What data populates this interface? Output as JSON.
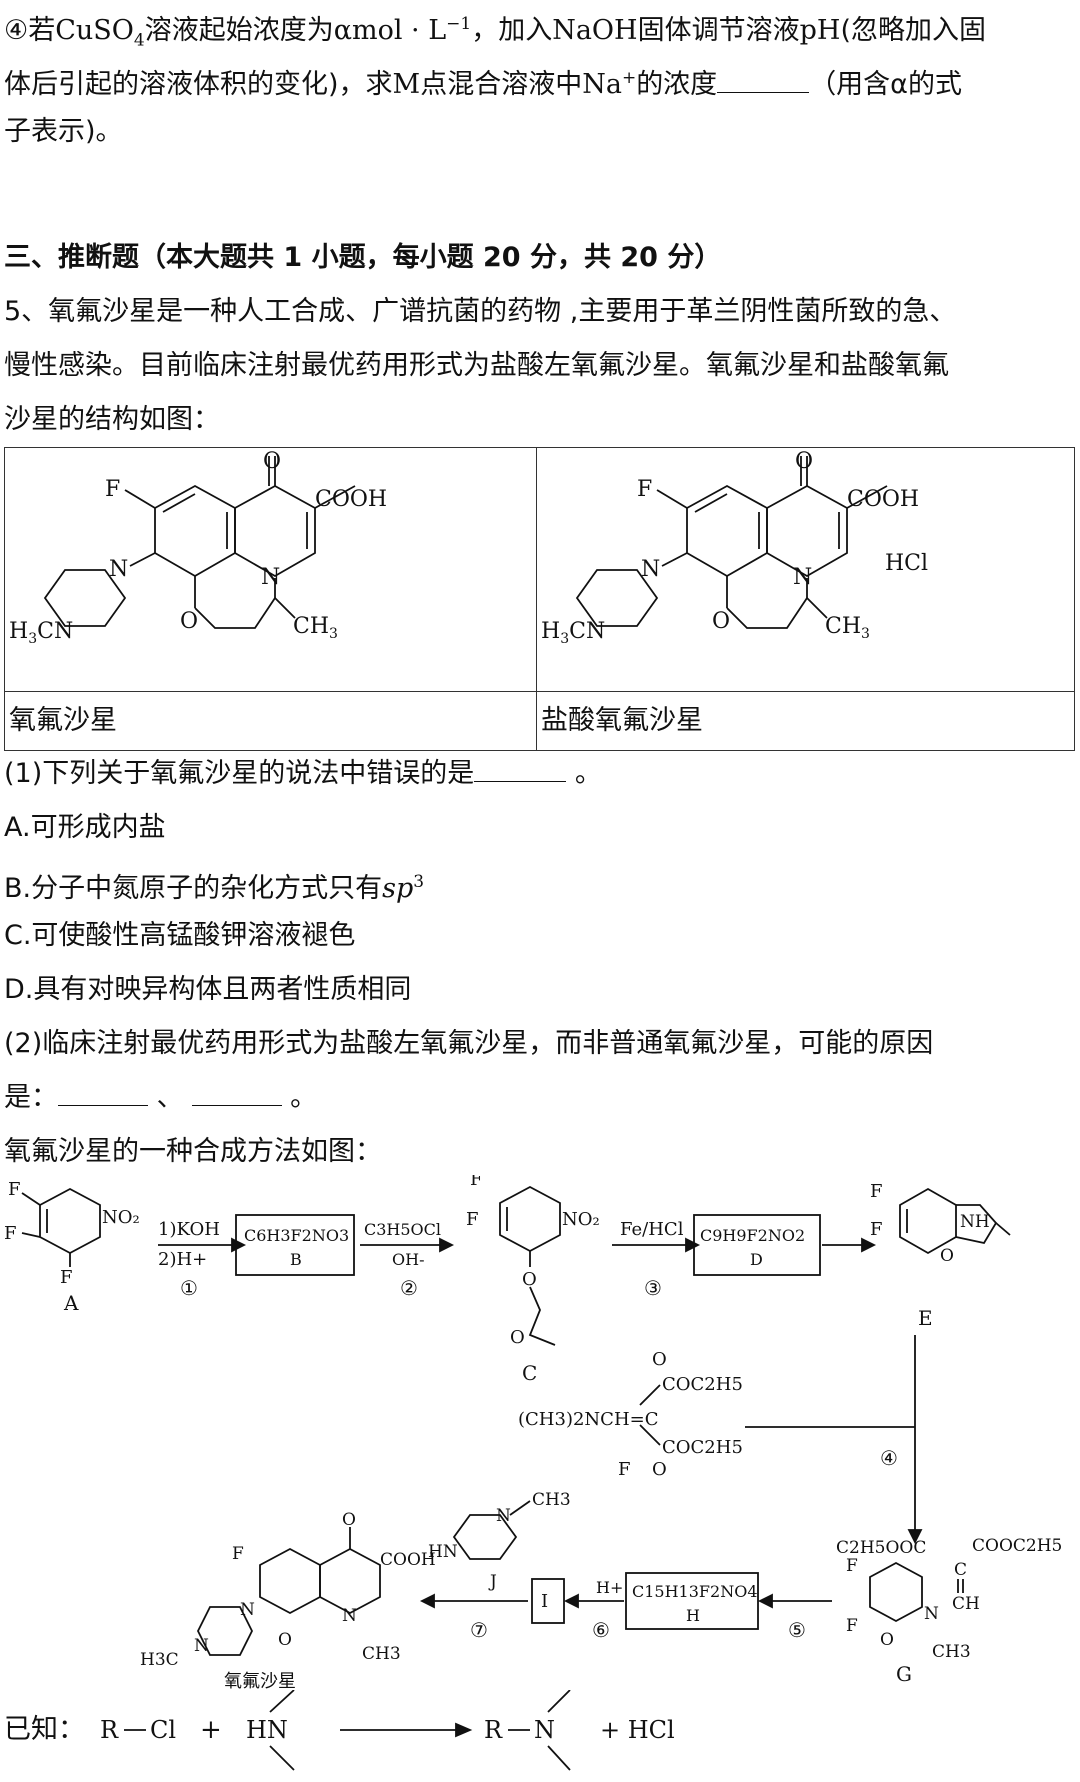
{
  "q4": {
    "line1_a": "④若",
    "line1_formula": "CuSO",
    "line1_sub": "4",
    "line1_b": "溶液起始浓度为",
    "line1_unit": "αmol · L",
    "line1_unit_sup": "−1",
    "line1_c": "，加入",
    "line1_naoh": "NaOH",
    "line1_d": "固体调节溶液",
    "line1_ph": "pH",
    "line1_e": "(忽略加入固",
    "line2_a": "体后引起的溶液体积的变化)，求",
    "line2_m": "M",
    "line2_b": "点混合溶液中",
    "line2_na": "Na",
    "line2_na_sup": "+",
    "line2_c": "的浓度",
    "line2_d": "（用含α的式",
    "line3": "子表示)。"
  },
  "section": {
    "title": "三、推断题（本大题共 1 小题，每小题 20 分，共 20 分）"
  },
  "intro": {
    "line1": "5、氧氟沙星是一种人工合成、广谱抗菌的药物 ,主要用于革兰阴性菌所致的急、",
    "line2": "慢性感染。目前临床注射最优药用形式为盐酸左氧氟沙星。氧氟沙星和盐酸氧氟",
    "line3": "沙星的结构如图："
  },
  "table": {
    "left_name": "氧氟沙星",
    "right_name": "盐酸氧氟沙星"
  },
  "struct_labels": {
    "o": "O",
    "f": "F",
    "cooh": "COOH",
    "n": "N",
    "h3cn": "H",
    "h3cn_sub": "3",
    "h3cn_c": "CN",
    "ch3": "CH",
    "ch3_sub": "3",
    "hcl": "HCl"
  },
  "q1": {
    "stem": "(1)下列关于氧氟沙星的说法中错误的是",
    "stem_end": " 。",
    "a": "A.可形成内盐",
    "b": "B.分子中氮原子的杂化方式只有",
    "b_sp": "sp",
    "b_sup": "3",
    "c": "C.可使酸性高锰酸钾溶液褪色",
    "d": "D.具有对映异构体且两者性质相同"
  },
  "q2": {
    "line1": "(2)临床注射最优药用形式为盐酸左氧氟沙星，而非普通氧氟沙星，可能的原因",
    "line2_a": "是：",
    "line2_sep": " 、",
    "line2_end": " 。"
  },
  "synthesis": {
    "intro": "氧氟沙星的一种合成方法如图：",
    "a_label": "A",
    "b_formula": "C6H3F2NO3",
    "b_label": "B",
    "step1_top": "1)KOH",
    "step1_bottom": "2)H+",
    "step1_num": "①",
    "step2_top": "C3H5OCl",
    "step2_bottom": "OH-",
    "step2_num": "②",
    "c_label": "C",
    "step3_top": "Fe/HCl",
    "step3_num": "③",
    "d_formula": "C9H9F2NO2",
    "d_label": "D",
    "e_label": "E",
    "step4_num": "④",
    "reagent_left": "(CH3)2NCH=C",
    "reagent_top": "COC2H5",
    "reagent_bottom": "COC2H5",
    "g_label": "G",
    "g_top_left": "C2H5OOC",
    "g_top_right": "COOC2H5",
    "g_ch": "CH",
    "h_formula": "C15H13F2NO4",
    "h_label": "H",
    "step5_num": "⑤",
    "step6_top": "H+",
    "step6_num": "⑥",
    "i_label": "I",
    "j_label": "J",
    "step7_num": "⑦",
    "product_label": "氧氟沙星",
    "ch3": "CH3",
    "h3c": "H3C"
  },
  "known": {
    "label": "已知：",
    "lhs_r": "R",
    "lhs_cl": "Cl",
    "plus": "+",
    "hn": "HN",
    "rhs_r": "R",
    "rhs_n": "N",
    "hcl": "+ HCl"
  }
}
